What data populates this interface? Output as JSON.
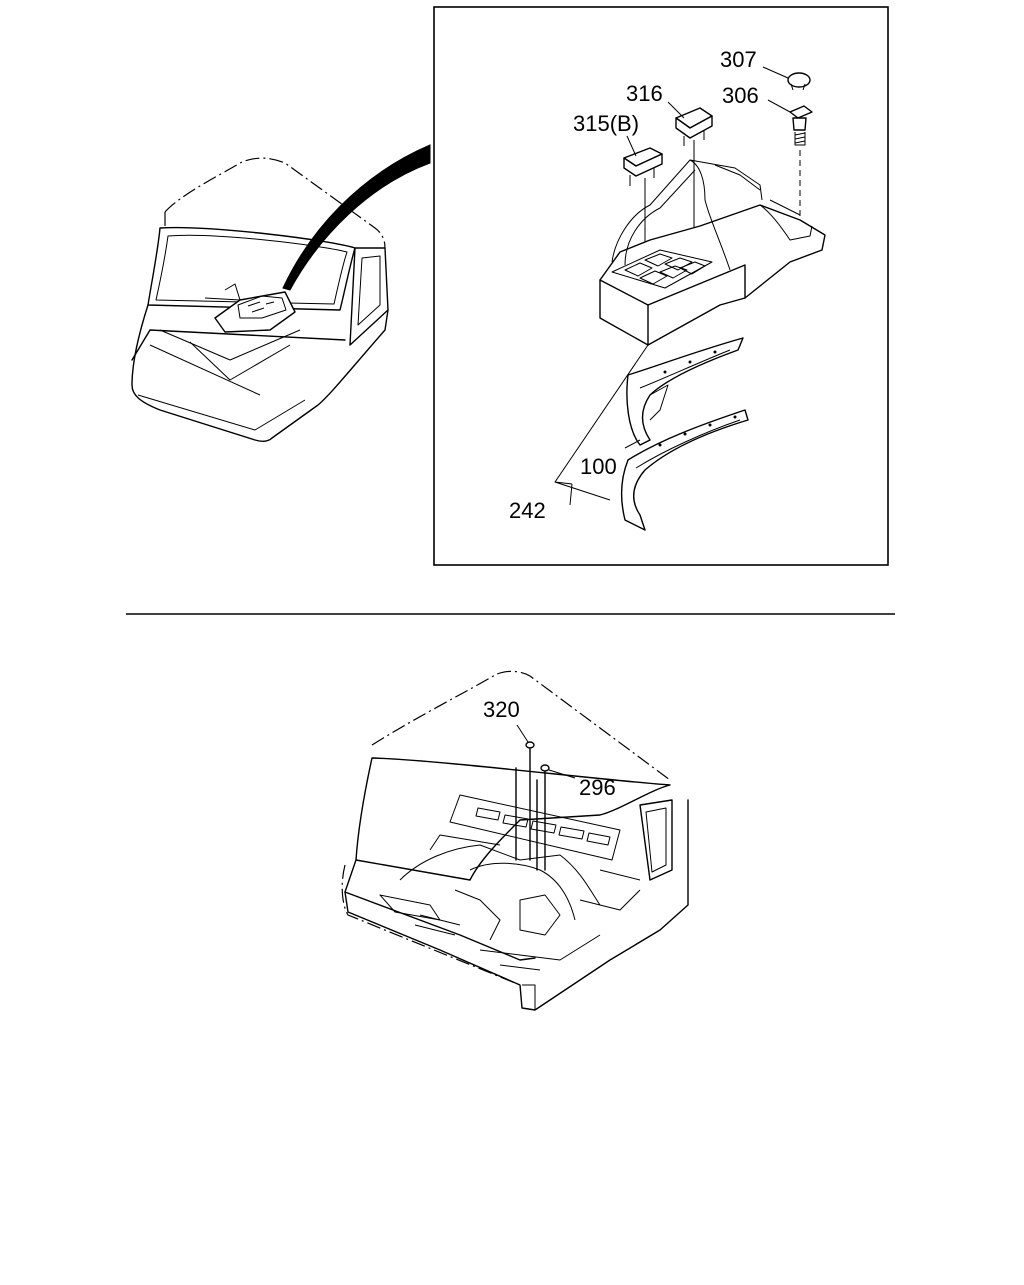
{
  "callouts": {
    "c307": "307",
    "c316": "316",
    "c306": "306",
    "c315": "315(B)",
    "c100": "100",
    "c242": "242",
    "c320": "320",
    "c296": "296"
  }
}
